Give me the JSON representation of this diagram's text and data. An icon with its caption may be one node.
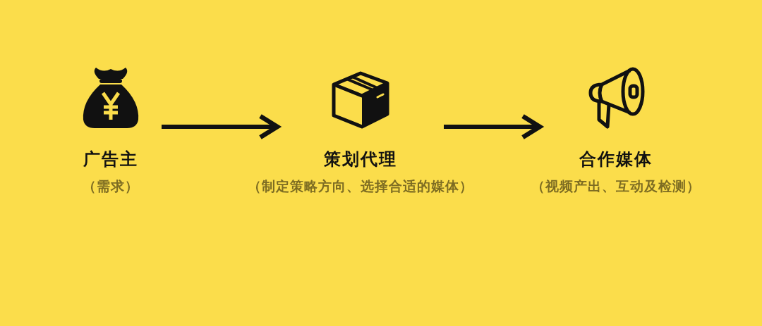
{
  "diagram": {
    "nodes": [
      {
        "text": [
          "广告主",
          "（需求）"
        ]
      },
      {
        "text": [
          "策划代理",
          "（制定策略方向、选择合适的媒体）"
        ]
      },
      {
        "text": [
          "合作媒体",
          "（视频产出、互动及检测）"
        ]
      }
    ],
    "edges": [
      {
        "from": 0,
        "to": 1,
        "arrow": "to"
      },
      {
        "from": 1,
        "to": 2,
        "arrow": "to"
      }
    ]
  }
}
